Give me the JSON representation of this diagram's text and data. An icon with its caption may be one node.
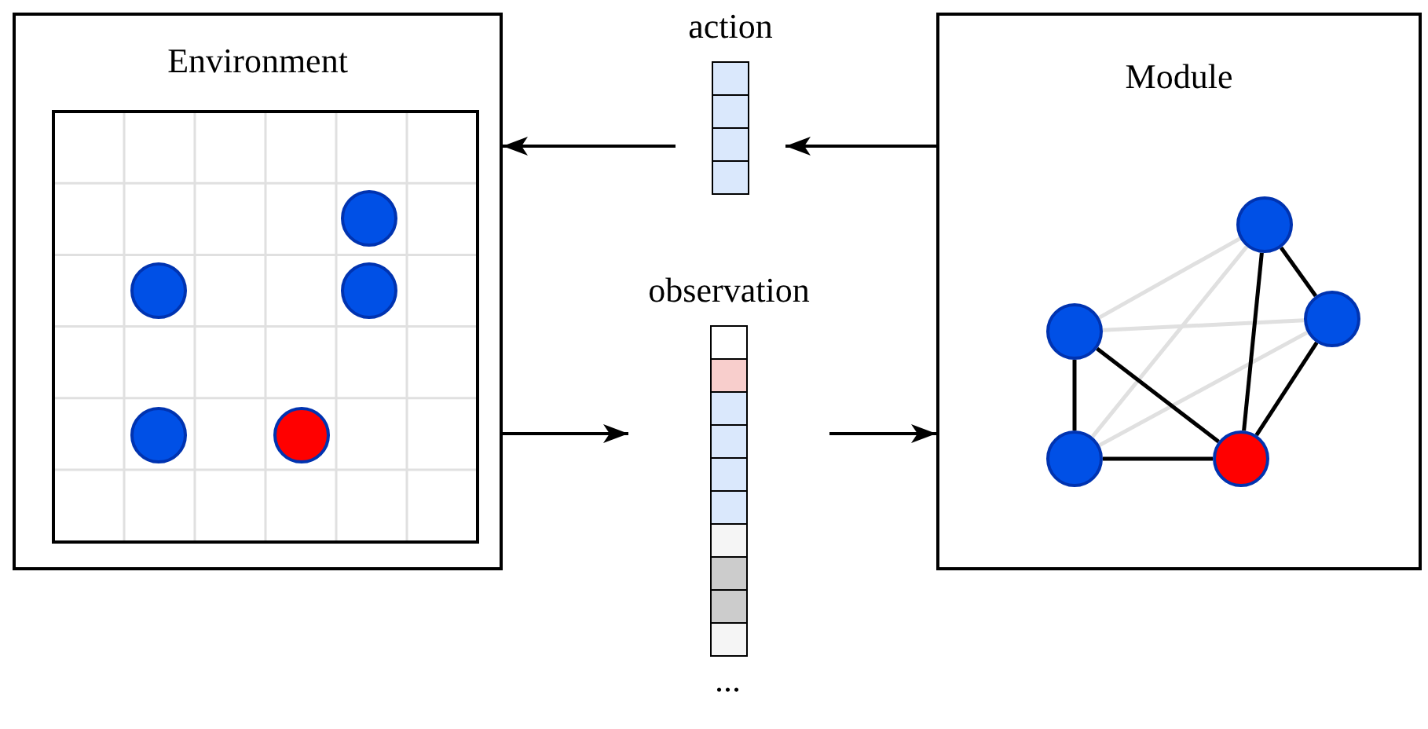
{
  "diagram": {
    "nodes": [
      {
        "text": [
          "Environment"
        ]
      },
      {
        "text": [
          "action"
        ]
      },
      {
        "text": [
          "observation"
        ],
        "beside": [
          "..."
        ]
      },
      {
        "text": [
          "Module"
        ]
      },
      {
        "text": [],
        "shape": "circle",
        "in": 3
      },
      {
        "text": [],
        "shape": "circle",
        "in": 3
      },
      {
        "text": [],
        "shape": "circle",
        "in": 3
      },
      {
        "text": [],
        "shape": "circle",
        "in": 3
      },
      {
        "text": [],
        "shape": "circle",
        "in": 3
      }
    ],
    "edges": [
      {
        "from": 3,
        "to": 1,
        "arrow": "to"
      },
      {
        "from": 1,
        "to": 0,
        "arrow": "to"
      },
      {
        "from": 0,
        "to": 2,
        "arrow": "to"
      },
      {
        "from": 2,
        "to": 3,
        "arrow": "to"
      },
      {
        "from": 6,
        "to": 4,
        "arrow": "none",
        "color": "#e0e0e0"
      },
      {
        "from": 6,
        "to": 5,
        "arrow": "none",
        "color": "#e0e0e0"
      },
      {
        "from": 7,
        "to": 4,
        "arrow": "none",
        "color": "#e0e0e0"
      },
      {
        "from": 7,
        "to": 5,
        "arrow": "none",
        "color": "#e0e0e0"
      },
      {
        "from": 4,
        "to": 5,
        "arrow": "none"
      },
      {
        "from": 4,
        "to": 8,
        "arrow": "none"
      },
      {
        "from": 5,
        "to": 8,
        "arrow": "none"
      },
      {
        "from": 6,
        "to": 7,
        "arrow": "none"
      },
      {
        "from": 6,
        "to": 8,
        "arrow": "none"
      },
      {
        "from": 7,
        "to": 8,
        "arrow": "none"
      }
    ]
  }
}
